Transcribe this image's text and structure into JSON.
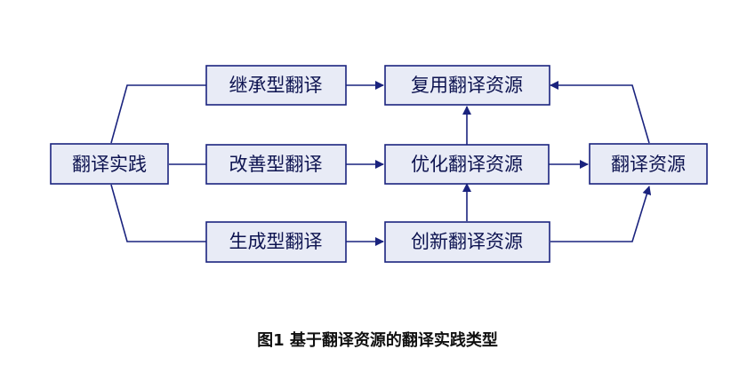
{
  "nodes": {
    "practice": "翻译实践",
    "inherit": "继承型翻译",
    "improve": "改善型翻译",
    "generate": "生成型翻译",
    "reuse": "复用翻译资源",
    "optimize": "优化翻译资源",
    "innovate": "创新翻译资源",
    "resources": "翻译资源"
  },
  "caption": "图1 基于翻译资源的翻译实践类型",
  "colors": {
    "box_fill": "#e8ebf6",
    "box_stroke": "#1a237e",
    "arrow": "#1a237e",
    "text": "#0d1350"
  }
}
